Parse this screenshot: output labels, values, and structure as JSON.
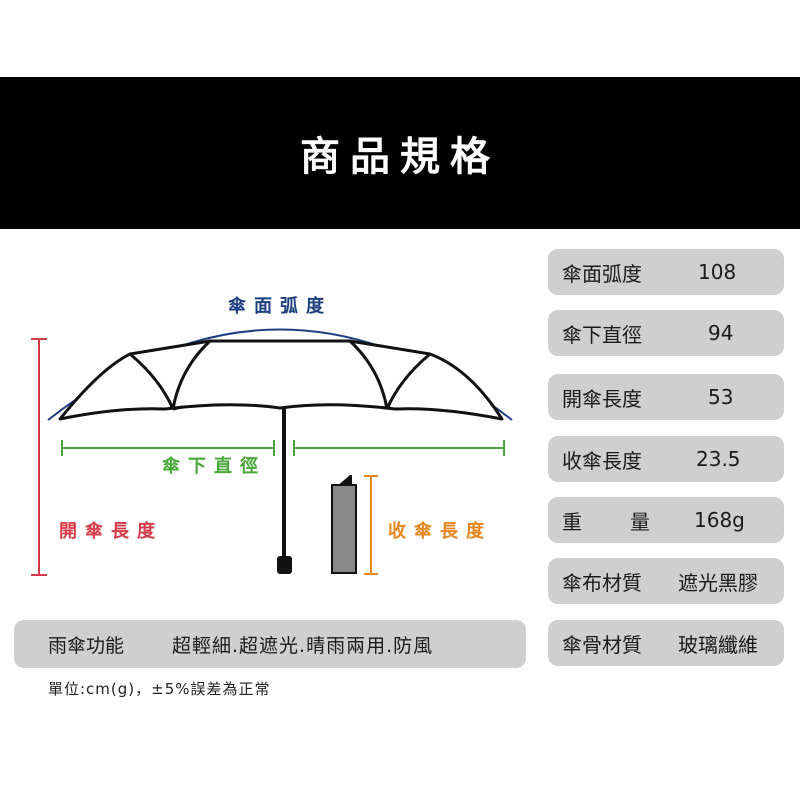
{
  "header": {
    "title": "商品規格"
  },
  "diagram": {
    "canopy_arc_label": "傘面弧度",
    "canopy_diameter_label": "傘下直徑",
    "open_length_label": "開傘長度",
    "closed_length_label": "收傘長度",
    "colors": {
      "arc": "#1f3f80",
      "diameter": "#4aa83a",
      "open_length": "#d43a48",
      "closed_length": "#e8861e"
    }
  },
  "specs": [
    {
      "label": "傘面弧度",
      "value": "108"
    },
    {
      "label": "傘下直徑",
      "value": "94"
    },
    {
      "label": "開傘長度",
      "value": "53"
    },
    {
      "label": "收傘長度",
      "value": "23.5"
    },
    {
      "label": "重　量",
      "value": "168g"
    },
    {
      "label": "傘布材質",
      "value": "遮光黑膠"
    },
    {
      "label": "傘骨材質",
      "value": "玻璃纖維"
    }
  ],
  "features": {
    "label": "雨傘功能",
    "value": "超輕細.超遮光.晴雨兩用.防風"
  },
  "note": "單位:cm(g)，±5%誤差為正常"
}
